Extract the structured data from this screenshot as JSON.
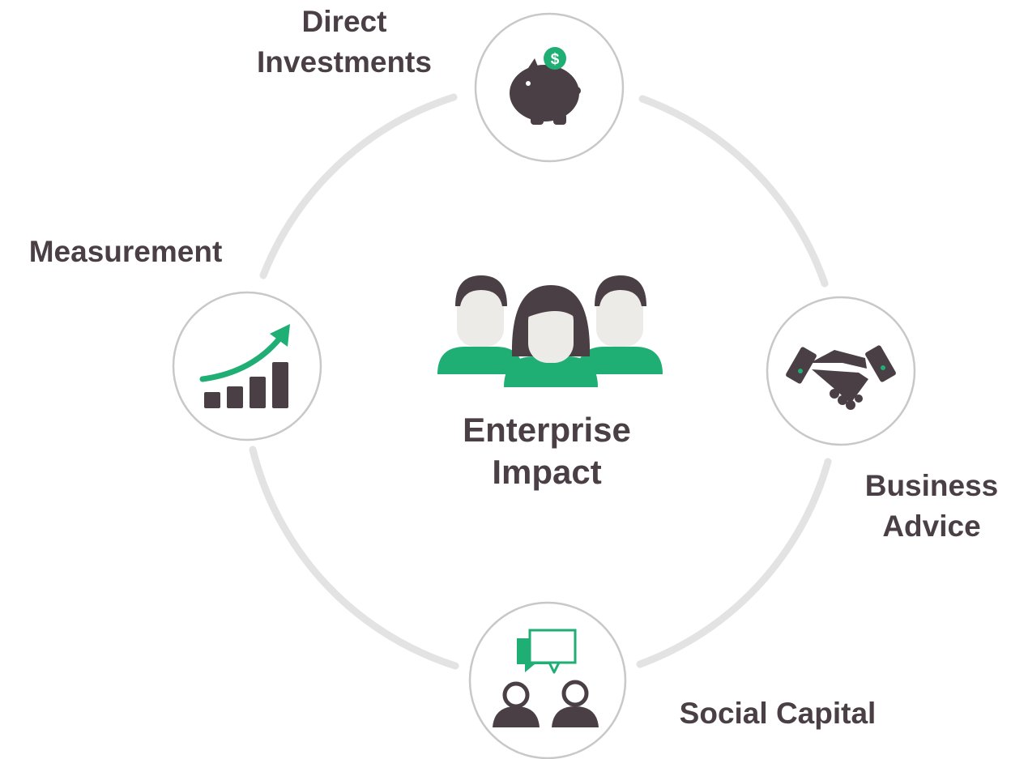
{
  "diagram": {
    "center": {
      "title_line1": "Enterprise",
      "title_line2": "Impact",
      "icon": "team-icon"
    },
    "nodes": [
      {
        "id": "direct-investments",
        "line1": "Direct",
        "line2": "Investments",
        "icon": "piggy-bank-icon"
      },
      {
        "id": "business-advice",
        "line1": "Business",
        "line2": "Advice",
        "icon": "handshake-icon"
      },
      {
        "id": "social-capital",
        "line1": "Social Capital",
        "icon": "people-chat-icon"
      },
      {
        "id": "measurement",
        "line1": "Measurement",
        "icon": "growth-chart-icon"
      }
    ],
    "colors": {
      "text": "#4a3f45",
      "accent": "#1fae74",
      "icon": "#4a3f45",
      "ring": "#e3e3e3",
      "node_border": "#c8c8c8"
    }
  }
}
